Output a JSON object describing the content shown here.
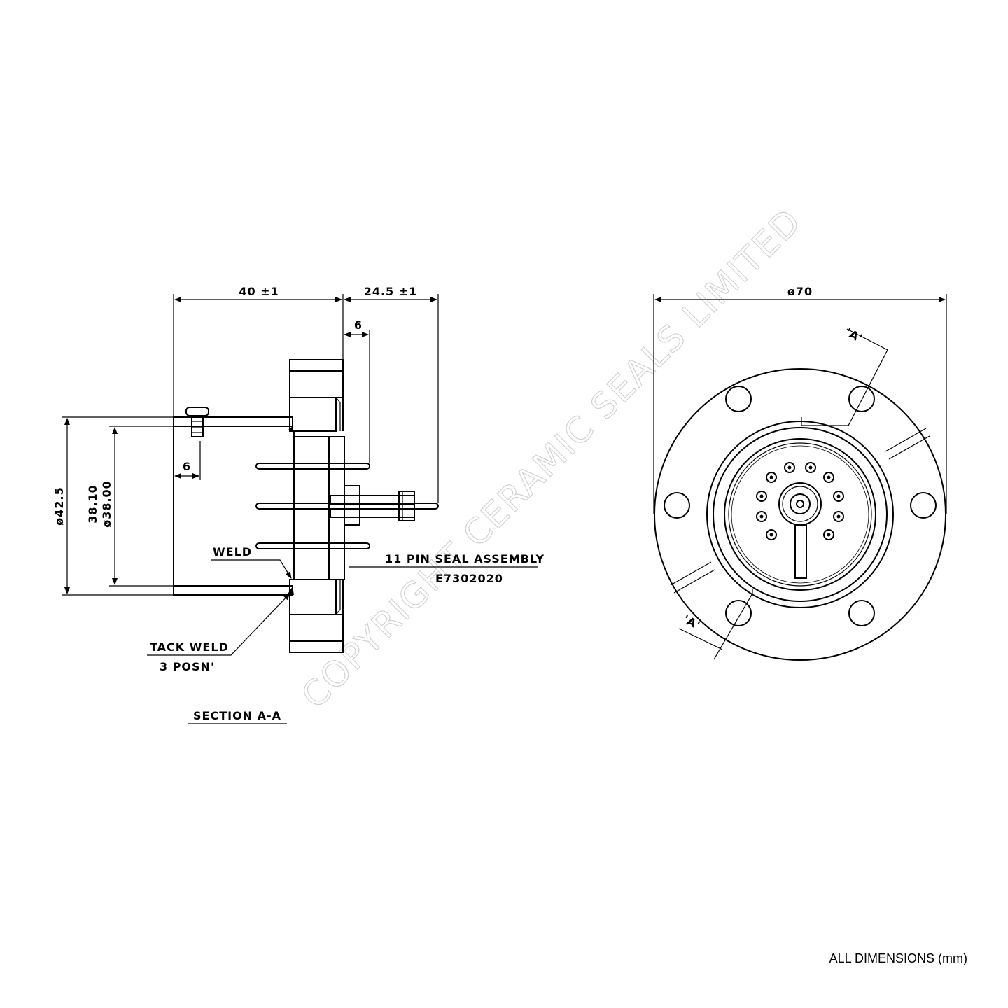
{
  "dims": {
    "overall_length": "40 ±1",
    "pin_length": "24.5 ±1",
    "pin_recess": "6",
    "tube_offset": "6",
    "tube_od": "ø42.5",
    "tube_id_upper": "38.10",
    "tube_id_lower": "ø38.00",
    "flange_od": "ø70"
  },
  "labels": {
    "weld": "WELD",
    "seal_assembly": "11 PIN SEAL ASSEMBLY",
    "part_number": "E7302020",
    "tack_weld": "TACK WELD",
    "tack_posn": "3 POSN'",
    "section": "SECTION A-A",
    "section_mark_top": "'A'",
    "section_mark_bottom": "'A'",
    "units_note": "ALL DIMENSIONS (mm)"
  },
  "watermark": "COPYRIGHT CERAMIC SEALS LIMITED",
  "colors": {
    "line": "#000000",
    "watermark": "#cfcfcf"
  }
}
